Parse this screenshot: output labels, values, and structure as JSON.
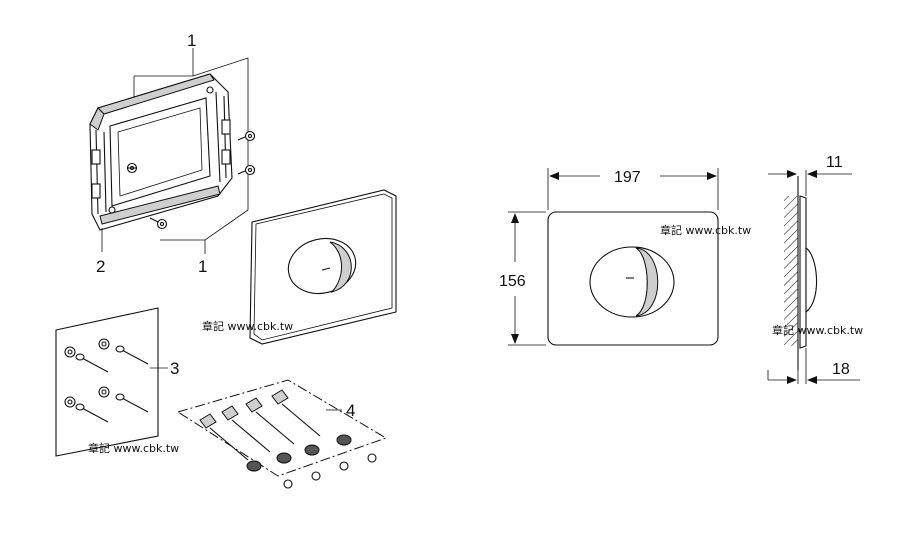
{
  "callouts": {
    "frame_top": "1",
    "frame_bottom": "1",
    "frame_body": "2",
    "screws_set": "3",
    "bolts_set": "4"
  },
  "dimensions": {
    "width": "197",
    "height": "156",
    "depth_top": "11",
    "depth_bottom": "18"
  },
  "watermark": "章記 www.cbk.tw"
}
